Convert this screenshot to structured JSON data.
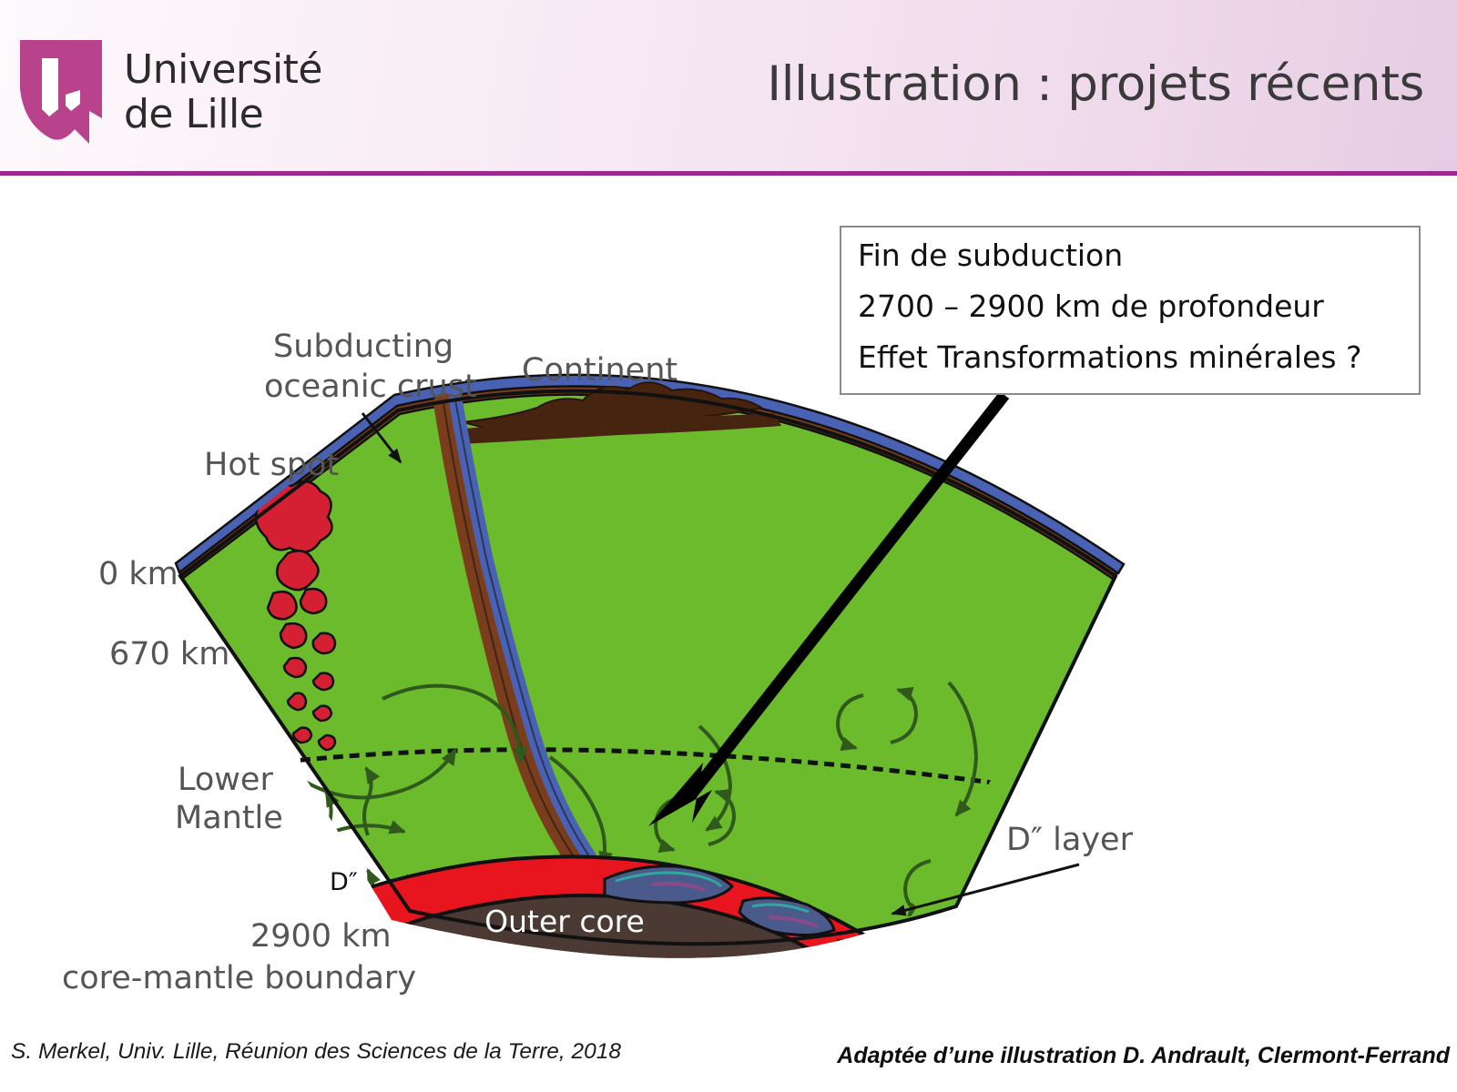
{
  "header": {
    "university_line1": "Université",
    "university_line2": "de Lille",
    "title": "Illustration : projets récents",
    "logo_icon": "university-shield-logo",
    "accent_color": "#9b2a8f",
    "logo_color": "#b8428c"
  },
  "callout": {
    "line1": "Fin de subduction",
    "line2": "2700 – 2900 km de profondeur",
    "line3": "Effet Transformations minérales ?",
    "border_color": "#8a8a8a",
    "arrow_icon": "thick-pointer-arrow"
  },
  "diagram": {
    "name": "earth-mantle-cross-section",
    "labels": {
      "subducting_crust": "Subducting\noceanic crust",
      "subducting_crust_l1": "Subducting",
      "subducting_crust_l2": "oceanic crust",
      "continent": "Continent",
      "hot_spot": "Hot spot",
      "depth_0": "0 km",
      "depth_670": "670 km",
      "lower_mantle_l1": "Lower",
      "lower_mantle_l2": "Mantle",
      "depth_2900": "2900 km",
      "cmb": "core-mantle boundary",
      "outer_core": "Outer core",
      "d_layer": "D″ layer",
      "d_inline": "D″"
    },
    "colors": {
      "mantle_green": "#6cbb2c",
      "crust_blue": "#4a62b4",
      "crust_brown": "#7b3e1d",
      "continent_brown": "#47240f",
      "hotspot_red": "#d42032",
      "d_layer_red": "#e8141e",
      "outer_core": "#4a3a33",
      "slab_fragment": "#4a5a8a",
      "flow_arrow": "#2f5a1c",
      "outline": "#111111"
    }
  },
  "footer": {
    "left": "S. Merkel, Univ. Lille, Réunion des Sciences de la Terre, 2018",
    "right": "Adaptée d’une illustration D. Andrault, Clermont-Ferrand"
  }
}
